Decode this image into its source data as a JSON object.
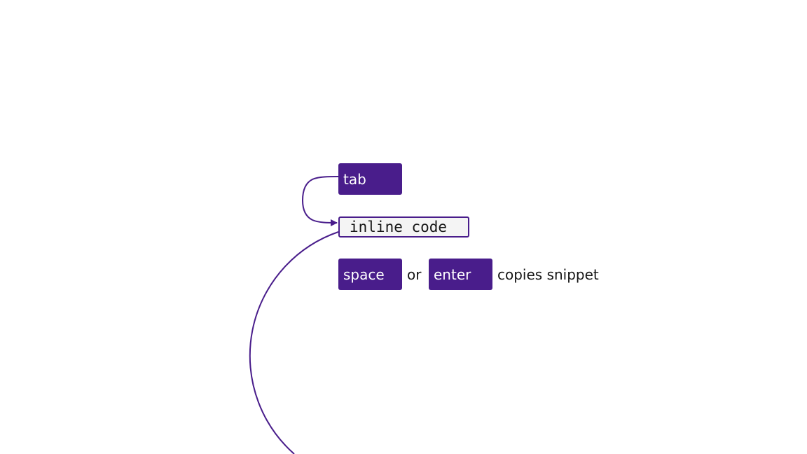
{
  "diagram": {
    "accent_color": "#491d8b",
    "nodes": {
      "tab_key": {
        "label": "tab"
      },
      "inline_code": {
        "label": "inline code"
      },
      "space_key": {
        "label": "space"
      },
      "or_text": {
        "label": "or"
      },
      "enter_key": {
        "label": "enter"
      },
      "action_text": {
        "label": "copies snippet"
      }
    },
    "edges": [
      {
        "from": "tab_key",
        "to": "inline_code",
        "arrow": true
      },
      {
        "from": "inline_code",
        "to": "offscreen",
        "arrow": false
      }
    ]
  }
}
